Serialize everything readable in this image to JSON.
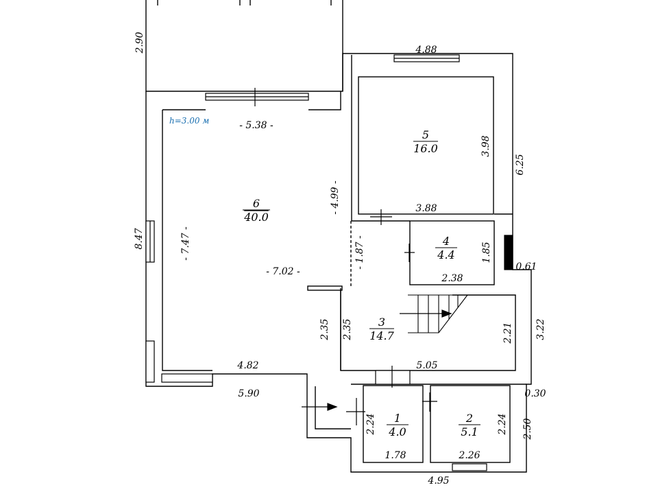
{
  "ceiling_height_note": "h=3.00 м",
  "rooms": [
    {
      "number": "1",
      "area": "4.0"
    },
    {
      "number": "2",
      "area": "5.1"
    },
    {
      "number": "3",
      "area": "14.7"
    },
    {
      "number": "4",
      "area": "4.4"
    },
    {
      "number": "5",
      "area": "16.0"
    },
    {
      "number": "6",
      "area": "40.0"
    }
  ],
  "dimensions": {
    "top_left_vertical": "2.90",
    "top_right_width": "4.88",
    "room5_height": "3.98",
    "room5_width": "3.88",
    "right_outer_upper": "6.25",
    "room6_top": "- 5.38 -",
    "room6_right": "- 4.99 -",
    "room6_left": "- 7.47 -",
    "room6_mid": "- 7.02 -",
    "hall_dashed": "- 1.87 -",
    "left_outer": "8.47",
    "room4_height": "1.85",
    "room4_width": "2.38",
    "offset_061": "0.61",
    "partition_235_a": "2.35",
    "partition_235_b": "2.35",
    "room3_height": "2.21",
    "right_outer_mid": "3.22",
    "room6_bottom": "4.82",
    "room3_bottom": "5.05",
    "bottom_left": "5.90",
    "offset_030": "0.30",
    "room1_height": "2.24",
    "room2_height": "2.24",
    "right_outer_lower": "2.50",
    "room1_width": "1.78",
    "room2_width": "2.26",
    "bottom_outer": "4.95"
  }
}
